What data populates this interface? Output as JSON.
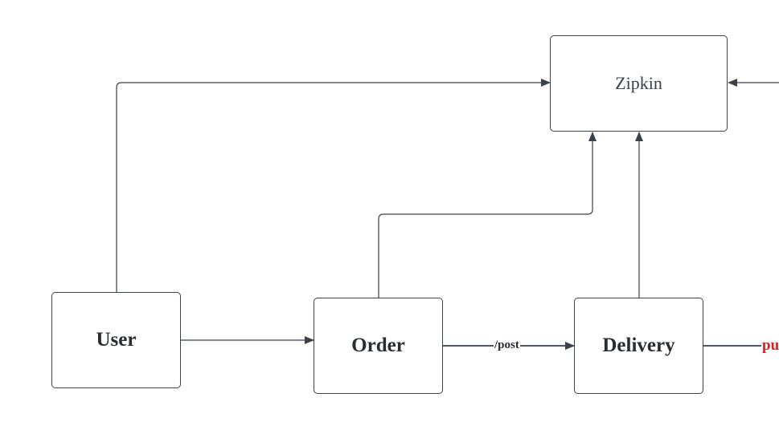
{
  "diagram": {
    "nodes": {
      "zipkin": "Zipkin",
      "user": "User",
      "order": "Order",
      "delivery": "Delivery"
    },
    "edges": {
      "order_delivery_label": "/post",
      "delivery_out_label": "pu"
    },
    "colors": {
      "stroke": "#3a414a",
      "text": "#282c33",
      "highlight": "#e01b1b"
    }
  }
}
